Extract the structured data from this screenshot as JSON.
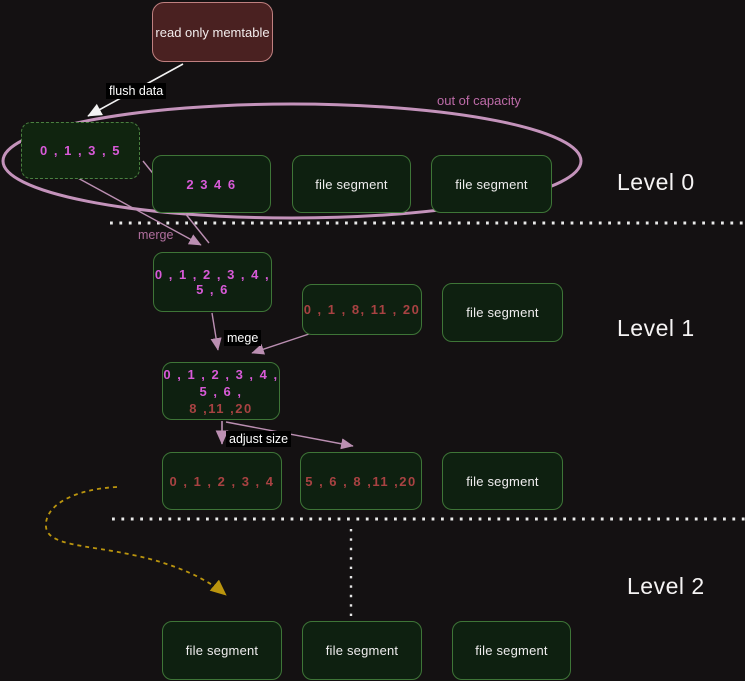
{
  "labels": {
    "flush_data": "flush data",
    "out_of_capacity": "out of capacity",
    "merge": "merge",
    "mege": "mege",
    "adjust_size": "adjust size"
  },
  "levels": {
    "level0": "Level 0",
    "level1": "Level 1",
    "level2": "Level 2"
  },
  "nodes": {
    "memtable": "read only memtable",
    "l0_dashed": "0 , 1 , 3 , 5",
    "l0_box2": "2 3 4 6",
    "l0_fs1": "file segment",
    "l0_fs2": "file segment",
    "l1_merged": "0 , 1 , 2 , 3 , 4 , 5 , 6",
    "l1_mid": "0 , 1 , 8, 11 , 20",
    "l1_fs": "file segment",
    "l1_merged2_line1": "0 , 1 , 2 , 3 , 4 , 5 , 6 ,",
    "l1_merged2_line2": "8 ,11 ,20",
    "l1_out1": "0 , 1 , 2 , 3 , 4",
    "l1_out2": "5 , 6 , 8 ,11 ,20",
    "l1_fs2": "file segment",
    "l2_fs1": "file segment",
    "l2_fs2": "file segment",
    "l2_fs3": "file segment"
  },
  "colors": {
    "background": "#141112",
    "box_fill": "#0e2010",
    "box_border": "#3e7537",
    "memtable_fill": "#4a2121",
    "memtable_border": "#c08080",
    "magenta_text": "#d85ad8",
    "dark_red_text": "#a84242",
    "white_text": "#efedee",
    "pink_accent": "#c493bb",
    "yellow_accent": "#bb950e"
  }
}
